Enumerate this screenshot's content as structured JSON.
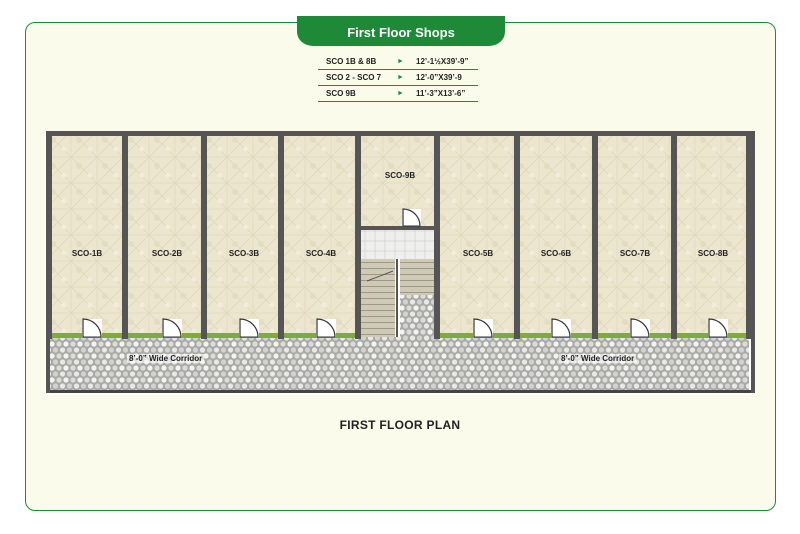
{
  "header": {
    "title": "First Floor Shops"
  },
  "legend": [
    {
      "name": "SCO 1B & 8B",
      "size": "12’-1½X39’-9”"
    },
    {
      "name": "SCO 2 - SCO 7",
      "size": "12’-0”X39’-9"
    },
    {
      "name": "SCO 9B",
      "size": "11’-3”X13’-6”"
    }
  ],
  "shops": [
    {
      "label": "SCO-1B"
    },
    {
      "label": "SCO-2B"
    },
    {
      "label": "SCO-3B"
    },
    {
      "label": "SCO-4B"
    },
    {
      "label": "SCO-9B"
    },
    {
      "label": "SCO-5B"
    },
    {
      "label": "SCO-6B"
    },
    {
      "label": "SCO-7B"
    },
    {
      "label": "SCO-8B"
    }
  ],
  "corridor": {
    "left_label": "8’-0” Wide Corridor",
    "right_label": "8’-0” Wide Corridor"
  },
  "plan": {
    "title": "FIRST FLOOR PLAN"
  },
  "colors": {
    "accent": "#1e8a38",
    "wall": "#555555",
    "tile": "#ece6cf",
    "grass": "#7faa3c"
  }
}
